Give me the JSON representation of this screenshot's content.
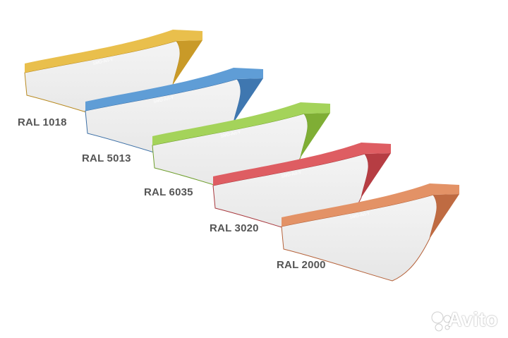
{
  "panels": [
    {
      "label": "RAL 1018",
      "brand": "SMD-Art-Y",
      "edge_color": "#e9bf4c",
      "edge_dark": "#c99a28",
      "line_color": "#b88a20"
    },
    {
      "label": "RAL 5013",
      "brand": "SMD-Art-Y",
      "edge_color": "#5f9dd6",
      "edge_dark": "#3f77b0",
      "line_color": "#3b6fa6"
    },
    {
      "label": "RAL 6035",
      "brand": "SMD-Art-Y",
      "edge_color": "#a4d35a",
      "edge_dark": "#7fae35",
      "line_color": "#6e9e2c"
    },
    {
      "label": "RAL 3020",
      "brand": "SMD-Art-Y",
      "edge_color": "#de5d62",
      "edge_dark": "#b63d43",
      "line_color": "#a8383d"
    },
    {
      "label": "RAL 2000",
      "brand": "SMD-Art-Y",
      "edge_color": "#e39266",
      "edge_dark": "#bf6b42",
      "line_color": "#b5623a"
    }
  ],
  "watermark": {
    "text": "Avito"
  }
}
